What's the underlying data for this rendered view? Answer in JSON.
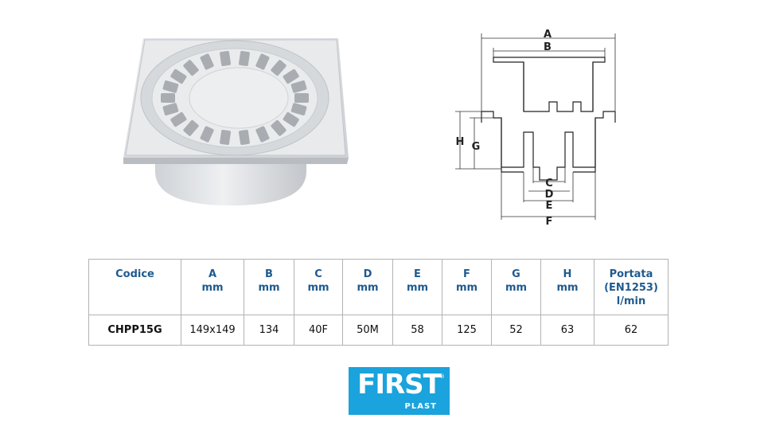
{
  "table": {
    "headers": [
      [
        "Codice"
      ],
      [
        "A",
        "mm"
      ],
      [
        "B",
        "mm"
      ],
      [
        "C",
        "mm"
      ],
      [
        "D",
        "mm"
      ],
      [
        "E",
        "mm"
      ],
      [
        "F",
        "mm"
      ],
      [
        "G",
        "mm"
      ],
      [
        "H",
        "mm"
      ],
      [
        "Portata",
        "(EN1253)",
        "l/min"
      ]
    ],
    "rows": [
      [
        "CHPP15G",
        "149x149",
        "134",
        "40F",
        "50M",
        "58",
        "125",
        "52",
        "63",
        "62"
      ]
    ]
  },
  "drawing": {
    "labels": {
      "a": "A",
      "b": "B",
      "c": "C",
      "d": "D",
      "e": "E",
      "f": "F",
      "g": "G",
      "h": "H"
    }
  },
  "logo": {
    "brand": "FIRST",
    "sub": "PLAST",
    "reg": "®"
  },
  "colors": {
    "header_text": "#1f5a8e",
    "logo_bg": "#1aa3dc"
  }
}
